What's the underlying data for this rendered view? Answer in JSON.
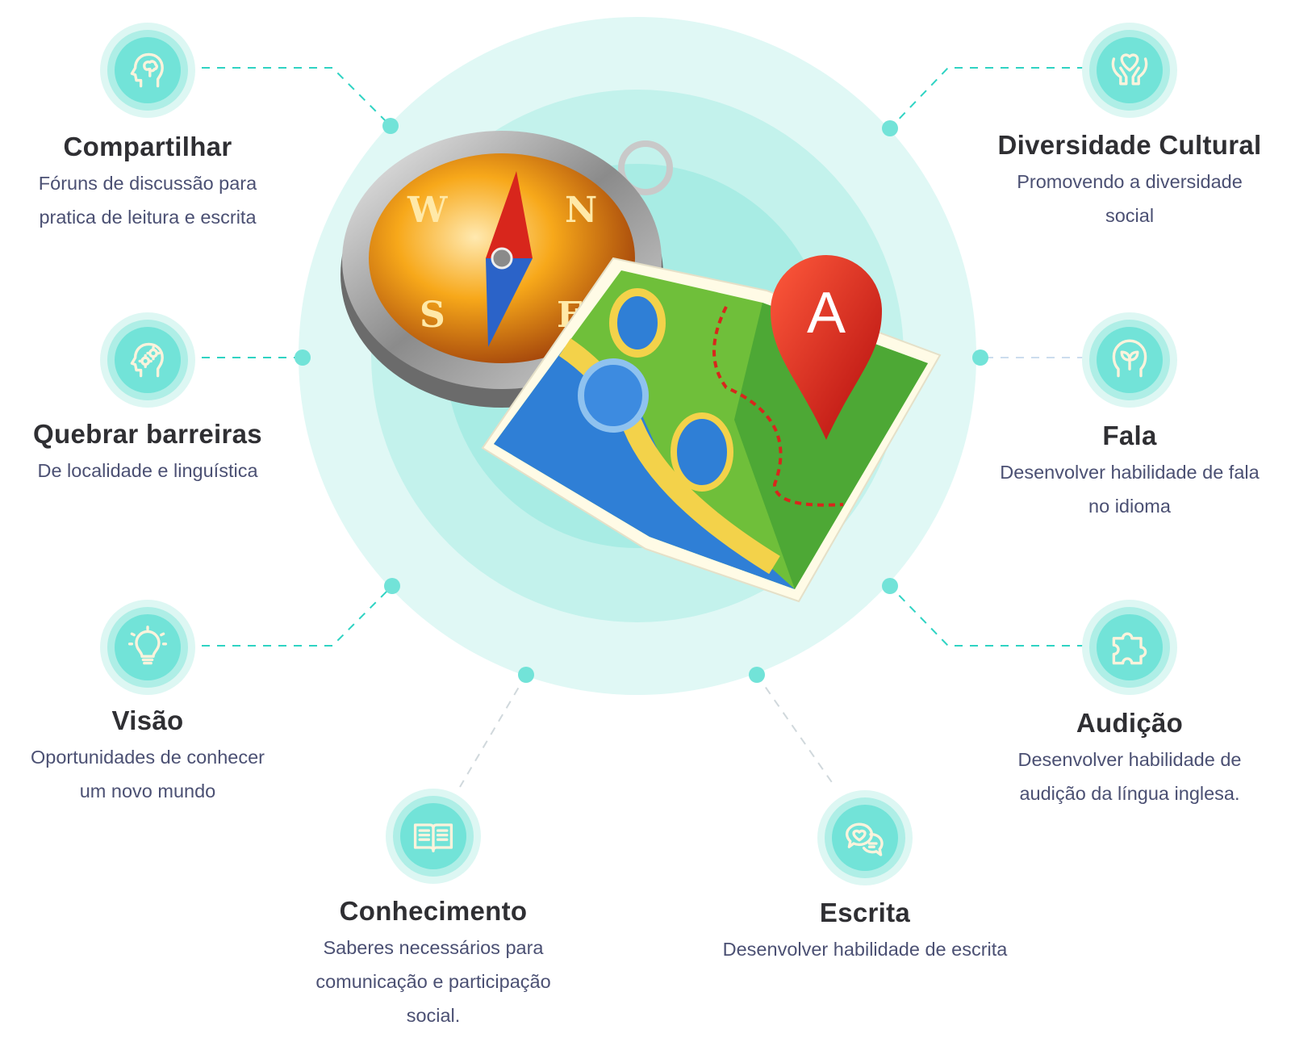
{
  "center": {
    "compass_letters": [
      "N",
      "E",
      "S",
      "W"
    ],
    "map_pin_label": "A"
  },
  "items": [
    {
      "title": "Compartilhar",
      "desc": [
        "Fóruns de discussão para",
        "pratica de leitura e escrita"
      ],
      "icon": "brain-head-icon"
    },
    {
      "title": "Quebrar barreiras",
      "desc": [
        "De localidade e linguística"
      ],
      "icon": "gear-head-icon"
    },
    {
      "title": "Visão",
      "desc": [
        "Oportunidades de conhecer",
        "um novo mundo"
      ],
      "icon": "lightbulb-icon"
    },
    {
      "title": "Conhecimento",
      "desc": [
        "Saberes necessários para",
        "comunicação e participação",
        "social."
      ],
      "icon": "open-book-icon"
    },
    {
      "title": "Escrita",
      "desc": [
        "Desenvolver habilidade de escrita"
      ],
      "icon": "chat-heart-icon"
    },
    {
      "title": "Diversidade Cultural",
      "desc": [
        "Promovendo a diversidade",
        "social"
      ],
      "icon": "hands-heart-icon"
    },
    {
      "title": "Fala",
      "desc": [
        "Desenvolver habilidade de fala",
        "no idioma"
      ],
      "icon": "plant-head-icon"
    },
    {
      "title": "Audição",
      "desc": [
        "Desenvolver habilidade de",
        "audição da língua inglesa."
      ],
      "icon": "puzzle-icon"
    }
  ],
  "colors": {
    "accent": "#72e3d8",
    "dash": "#2fd3c3",
    "title": "#2f2f33",
    "desc": "#4b5073"
  }
}
